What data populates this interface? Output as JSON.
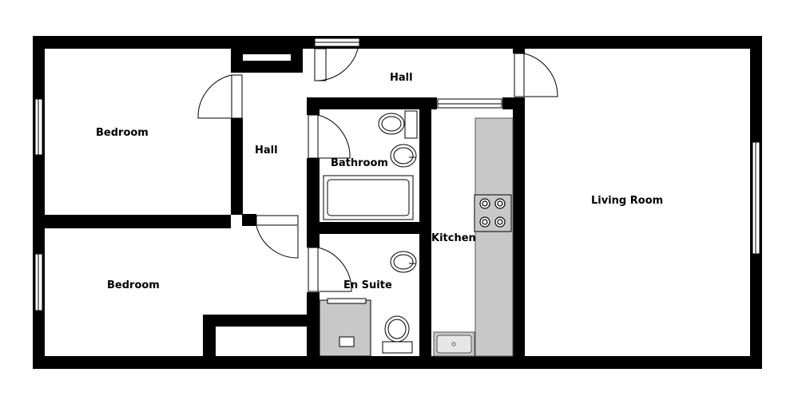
{
  "rooms": {
    "bedroom_top": "Bedroom",
    "bedroom_bottom": "Bedroom",
    "hall_top": "Hall",
    "hall_left": "Hall",
    "bathroom": "Bathroom",
    "en_suite": "En Suite",
    "kitchen": "Kitchen",
    "living_room": "Living Room"
  },
  "colors": {
    "wall": "#000000",
    "floor": "#ffffff",
    "counter": "#c8c8c8",
    "fixture_outline": "#555555"
  }
}
